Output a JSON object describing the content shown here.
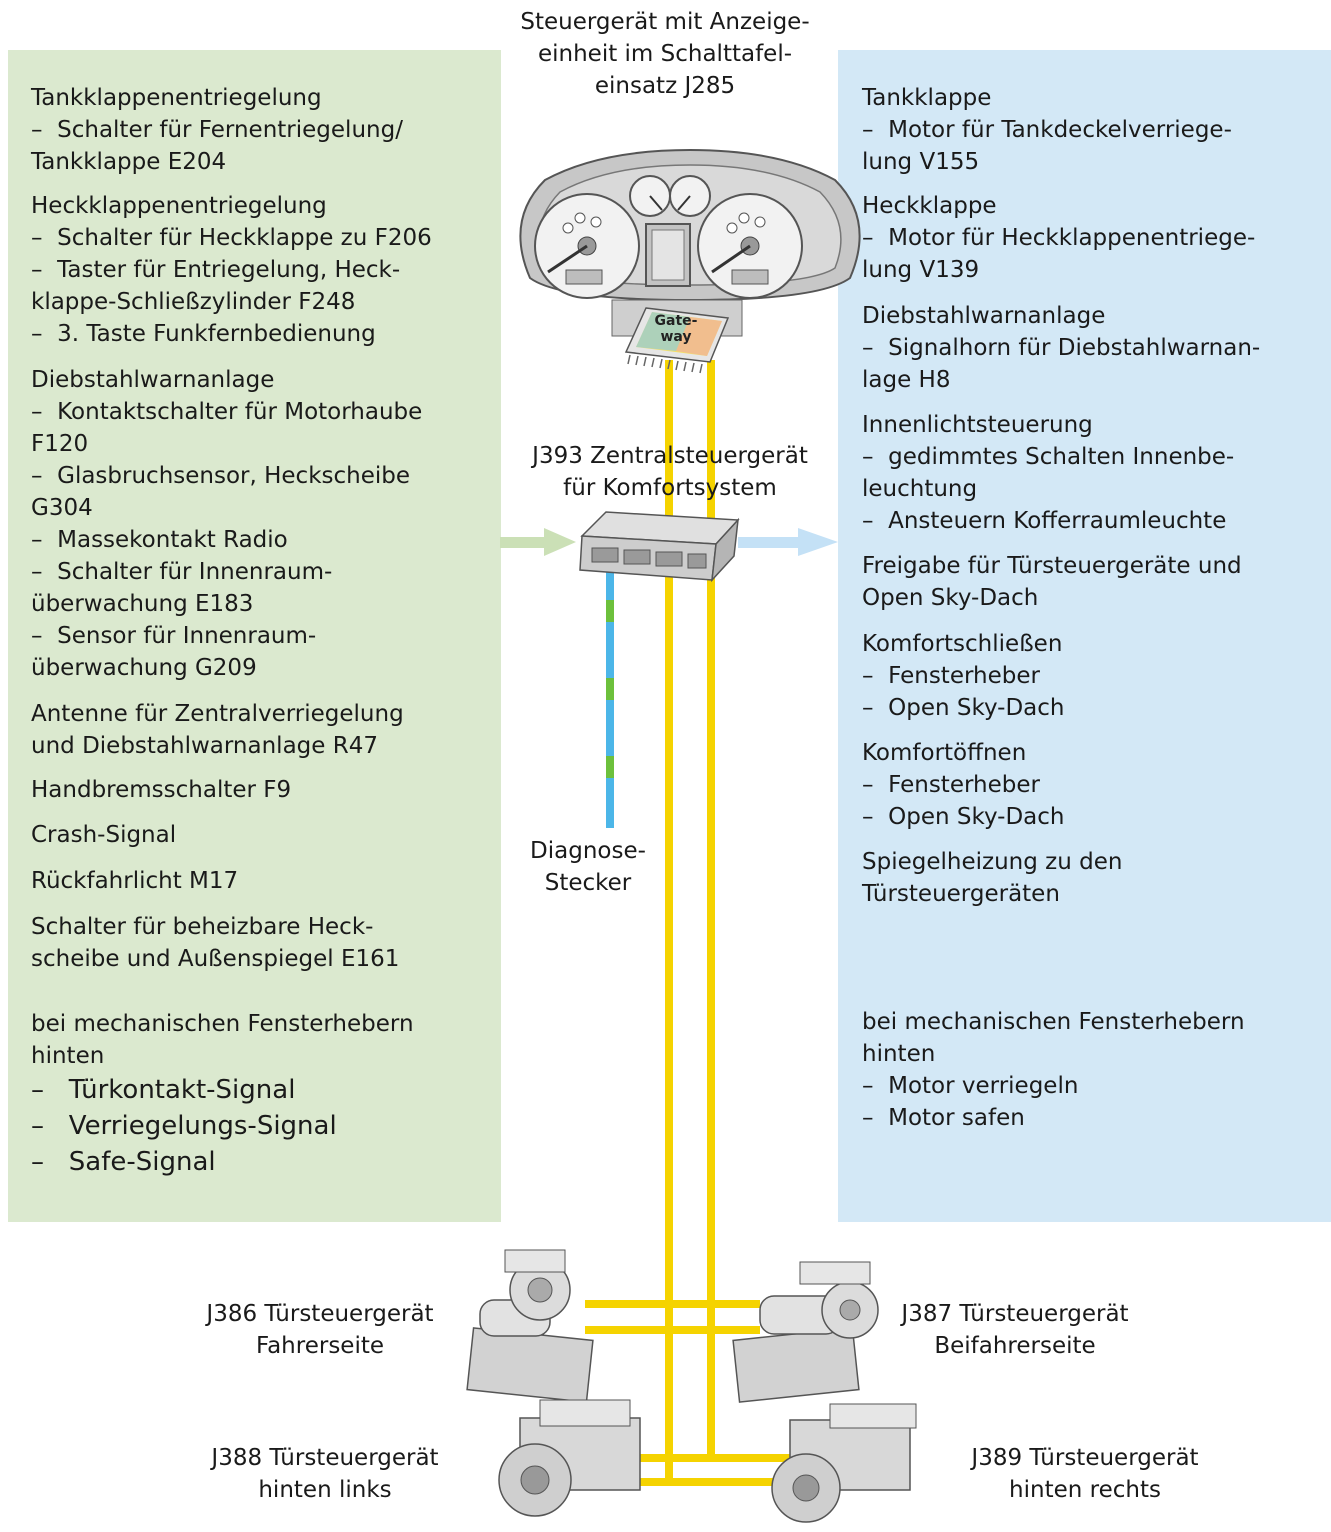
{
  "colors": {
    "left_panel": "#dbe9cf",
    "right_panel": "#d3e8f6",
    "bus_yellow": "#f5d300",
    "diag_blue": "#4cb6e8",
    "diag_green": "#6cc03c"
  },
  "top_label": [
    "Steuergerät mit Anzeige-",
    "einheit im Schalttafel-",
    "einsatz J285"
  ],
  "gateway_label": [
    "Gate-",
    "way"
  ],
  "central_label": [
    "J393 Zentralsteuergerät",
    "für Komfortsystem"
  ],
  "diag_label": [
    "Diagnose-",
    "Stecker"
  ],
  "left": {
    "groups": [
      {
        "title": [
          "Tankklappenentriegelung"
        ],
        "items": [
          [
            "Schalter für Fernentriegelung/",
            "Tankklappe E204"
          ]
        ]
      },
      {
        "title": [
          "Heckklappenentriegelung"
        ],
        "items": [
          [
            "Schalter für Heckklappe zu F206"
          ],
          [
            "Taster für Entriegelung, Heck-",
            "klappe-Schließzylinder F248"
          ],
          [
            "3. Taste Funkfernbedienung"
          ]
        ]
      },
      {
        "title": [
          "Diebstahlwarnanlage"
        ],
        "items": [
          [
            "Kontaktschalter für Motorhaube",
            "F120"
          ],
          [
            "Glasbruchsensor, Heckscheibe",
            "G304"
          ],
          [
            "Massekontakt Radio"
          ],
          [
            "Schalter für Innenraum-",
            "überwachung E183"
          ],
          [
            "Sensor für Innenraum-",
            "überwachung G209"
          ]
        ]
      },
      {
        "title": [
          "Antenne für Zentralverriegelung",
          "und Diebstahlwarnanlage R47"
        ],
        "items": []
      },
      {
        "title": [
          "Handbremsschalter F9"
        ],
        "items": []
      },
      {
        "title": [
          "Crash-Signal"
        ],
        "items": []
      },
      {
        "title": [
          "Rückfahrlicht M17"
        ],
        "items": []
      },
      {
        "title": [
          "Schalter für beheizbare Heck-",
          "scheibe und Außenspiegel E161"
        ],
        "items": []
      },
      {
        "title": [
          "bei mechanischen Fensterhebern",
          "hinten"
        ],
        "items": []
      }
    ],
    "mech_items": [
      "Türkontakt-Signal",
      "Verriegelungs-Signal",
      "Safe-Signal"
    ]
  },
  "right": {
    "groups": [
      {
        "title": [
          "Tankklappe"
        ],
        "items": [
          [
            "Motor für Tankdeckelverriege-",
            "lung V155"
          ]
        ]
      },
      {
        "title": [
          "Heckklappe"
        ],
        "items": [
          [
            "Motor für Heckklappenentriege-",
            "lung V139"
          ]
        ]
      },
      {
        "title": [
          "Diebstahlwarnanlage"
        ],
        "items": [
          [
            "Signalhorn für Diebstahlwarnan-",
            "lage H8"
          ]
        ]
      },
      {
        "title": [
          "Innenlichtsteuerung"
        ],
        "items": [
          [
            "gedimmtes Schalten Innenbe-",
            "leuchtung"
          ],
          [
            "Ansteuern Kofferraumleuchte"
          ]
        ]
      },
      {
        "title": [
          "Freigabe für Türsteuergeräte und",
          "Open Sky-Dach"
        ],
        "items": []
      },
      {
        "title": [
          "Komfortschließen"
        ],
        "items": [
          [
            "Fensterheber"
          ],
          [
            "Open Sky-Dach"
          ]
        ]
      },
      {
        "title": [
          "Komfortöffnen"
        ],
        "items": [
          [
            "Fensterheber"
          ],
          [
            "Open Sky-Dach"
          ]
        ]
      },
      {
        "title": [
          "Spiegelheizung zu den",
          "Türsteuergeräten"
        ],
        "items": []
      },
      {
        "title": [
          "bei mechanischen Fensterhebern",
          "hinten"
        ],
        "items": [
          [
            "Motor verriegeln"
          ],
          [
            "Motor safen"
          ]
        ]
      }
    ]
  },
  "doors": {
    "j386": [
      "J386 Türsteuergerät",
      "Fahrerseite"
    ],
    "j387": [
      "J387 Türsteuergerät",
      "Beifahrerseite"
    ],
    "j388": [
      "J388 Türsteuergerät",
      "hinten links"
    ],
    "j389": [
      "J389 Türsteuergerät",
      "hinten rechts"
    ]
  },
  "dash_glyph": "–"
}
